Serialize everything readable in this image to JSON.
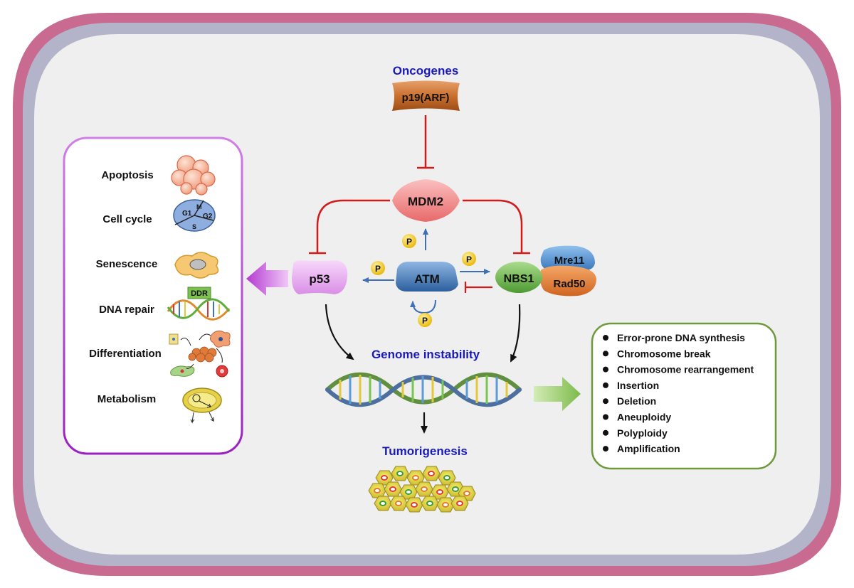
{
  "headings": {
    "oncogenes": "Oncogenes",
    "genome_instability": "Genome instability",
    "tumorigenesis": "Tumorigenesis"
  },
  "proteins": {
    "p19arf": "p19(ARF)",
    "mdm2": "MDM2",
    "p53": "p53",
    "atm": "ATM",
    "nbs1": "NBS1",
    "mre11": "Mre11",
    "rad50": "Rad50"
  },
  "phospho_label": "P",
  "outcomes": [
    {
      "label": "Apoptosis",
      "icon": "apoptosis-cells-icon"
    },
    {
      "label": "Cell cycle",
      "icon": "cell-cycle-pie-icon"
    },
    {
      "label": "Senescence",
      "icon": "senescent-cell-icon"
    },
    {
      "label": "DNA repair",
      "icon": "dna-repair-helix-icon"
    },
    {
      "label": "Differentiation",
      "icon": "differentiation-cells-icon"
    },
    {
      "label": "Metabolism",
      "icon": "metabolism-cell-icon"
    }
  ],
  "cell_cycle_phases": {
    "g1": "G1",
    "m": "M",
    "g2": "G2",
    "s": "S"
  },
  "ddr_label": "DDR",
  "instability_types": [
    "Error-prone DNA synthesis",
    "Chromosome break",
    "Chromosome rearrangement",
    "Insertion",
    "Deletion",
    "Aneuploidy",
    "Polyploidy",
    "Amplification"
  ],
  "colors": {
    "cell_membrane_outer": "#c96a90",
    "cell_membrane_inner": "#b3b3c9",
    "cytoplasm": "#efefef",
    "inhibition": "#d11a1a",
    "activation": "#3f6fb5",
    "heading_blue": "#1a1ab8",
    "left_box_border": "#b13ed1",
    "right_box_border": "#6f9a3c",
    "p19_fill": "#c9702f",
    "mdm2_fill": "#f08a8a",
    "p53_fill": "#e6a7ef",
    "atm_fill": "#3a72b5",
    "nbs1_fill": "#6ab04c",
    "mre11_fill": "#4f8fd0",
    "rad50_fill": "#e0782e",
    "phospho_fill": "#f2c40f"
  }
}
